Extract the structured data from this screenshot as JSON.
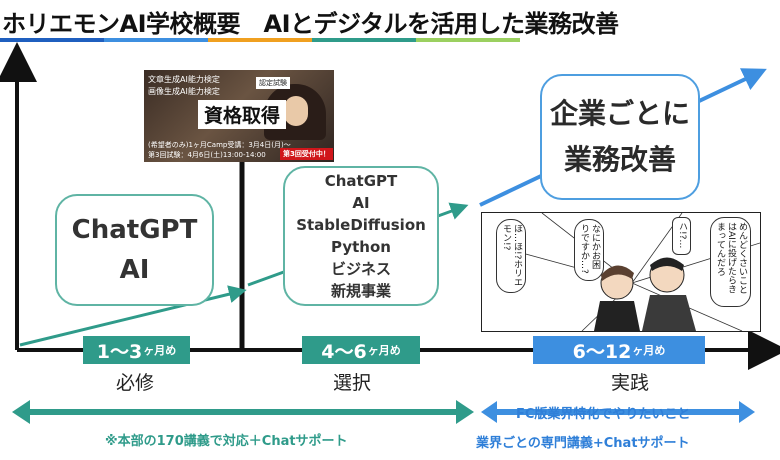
{
  "title": "ホリエモンAI学校概要　AIとデジタルを活用した業務改善",
  "title_bar_colors": [
    "#1f5fbf",
    "#3d8fe0",
    "#f0a020",
    "#2f9b8a",
    "#9bd060"
  ],
  "boxes": {
    "box1": [
      "ChatGPT",
      "AI"
    ],
    "box2": [
      "ChatGPT",
      "AI",
      "StableDiffusion",
      "Python",
      "ビジネス",
      "新規事業"
    ],
    "box3": [
      "企業ごとに",
      "業務改善"
    ]
  },
  "periods": {
    "p1": {
      "main": "1〜3",
      "unit": "ヶ月め"
    },
    "p2": {
      "main": "4〜6",
      "unit": "ヶ月め"
    },
    "p3": {
      "main": "6〜12",
      "unit": "ヶ月め"
    }
  },
  "phases": {
    "ph1": "必修",
    "ph2": "選択",
    "ph3": "実践"
  },
  "notes": {
    "left": "※本部の170講義で対応＋Chatサポート",
    "right_arrow": "FC版業界特化でやりたいこと",
    "right": "業界ごとの専門講義+Chatサポート"
  },
  "ad": {
    "line1": "文章生成AI能力検定",
    "line2": "画像生成AI能力検定",
    "badge": "認定試験",
    "main": "資格取得",
    "line3": "(希望者のみ)1ヶ月Camp受講：3月4日(月)〜",
    "line4": "第3回試験：4月6日(土)13:00-14:00",
    "badge2": "第3回受付中！"
  },
  "manga": {
    "b1": "ほ…ほ!?ホリエモン!?",
    "b2": "なにかお困りですか…?",
    "b3": "ハ!?…",
    "b4": "めんどくさいことはAIに投げたらきまってんだろ"
  },
  "colors": {
    "teal": "#2f9b8a",
    "blue": "#3d8fe0",
    "axis": "#111111"
  }
}
